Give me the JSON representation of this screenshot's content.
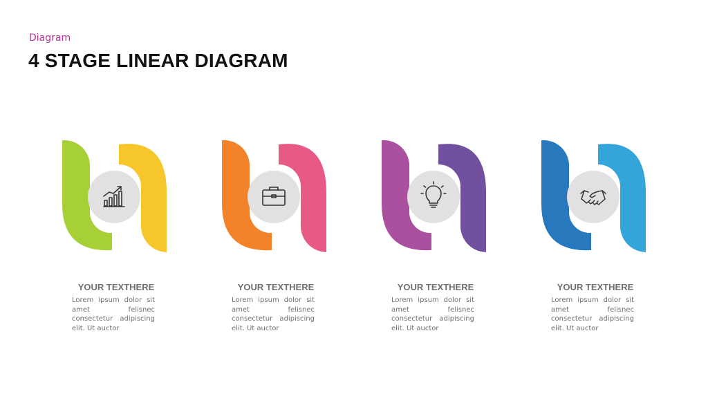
{
  "header": {
    "subtitle": "Diagram",
    "title": "4 STAGE LINEAR DIAGRAM"
  },
  "stages": [
    {
      "heading": "YOUR TEXTHERE",
      "body": "Lorem ipsum dolor sit amet felisnec consectetur adipiscing elit. Ut auctor",
      "icon": "growth-chart-icon",
      "colors": {
        "left": "#a6cf38",
        "right": "#f6c62b"
      }
    },
    {
      "heading": "YOUR TEXTHERE",
      "body": "Lorem ipsum dolor sit amet felisnec consectetur adipiscing elit. Ut auctor",
      "icon": "briefcase-icon",
      "colors": {
        "left": "#f2832b",
        "right": "#e85a86"
      }
    },
    {
      "heading": "YOUR TEXTHERE",
      "body": "Lorem ipsum dolor sit amet felisnec consectetur adipiscing elit. Ut auctor",
      "icon": "lightbulb-icon",
      "colors": {
        "left": "#ab4f9f",
        "right": "#7150a0"
      }
    },
    {
      "heading": "YOUR TEXTHERE",
      "body": "Lorem ipsum dolor sit amet felisnec consectetur adipiscing elit. Ut auctor",
      "icon": "handshake-icon",
      "colors": {
        "left": "#2878be",
        "right": "#34a5da"
      }
    }
  ],
  "theme": {
    "icon_circle": "#e1e1e1",
    "icon_stroke": "#333333"
  }
}
